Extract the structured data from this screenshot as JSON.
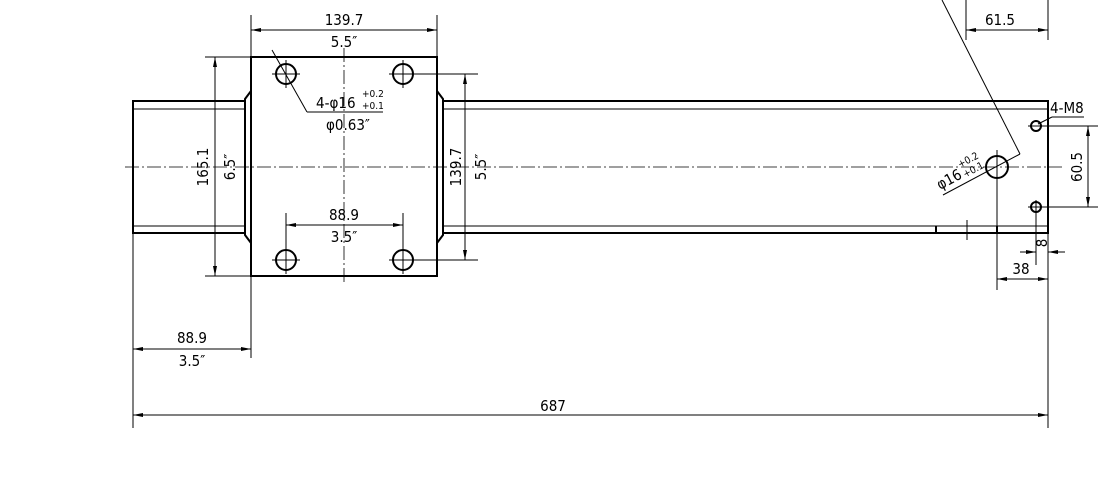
{
  "drawing": {
    "dimensions": {
      "plate_width_mm": "139.7",
      "plate_width_in": "5.5″",
      "plate_height_mm": "165.1",
      "plate_height_in": "6.5″",
      "hole_spacing_v_mm": "139.7",
      "hole_spacing_v_in": "5.5″",
      "hole_spacing_h_mm": "88.9",
      "hole_spacing_h_in": "3.5″",
      "left_offset_mm": "88.9",
      "left_offset_in": "3.5″",
      "overall_length": "687",
      "end_width": "61.5",
      "end_hole_spacing": "60.5",
      "end_hole_edge": "8",
      "end_big_hole_offset": "38"
    },
    "callouts": {
      "plate_holes_prefix": "4-φ16",
      "plate_holes_tol_upper": "+0.2",
      "plate_holes_tol_lower": "+0.1",
      "plate_holes_in": "φ0.63″",
      "end_threads": "4-M8",
      "end_hole": "φ16",
      "end_hole_tol_upper": "+0.2",
      "end_hole_tol_lower": "+0.1"
    }
  }
}
